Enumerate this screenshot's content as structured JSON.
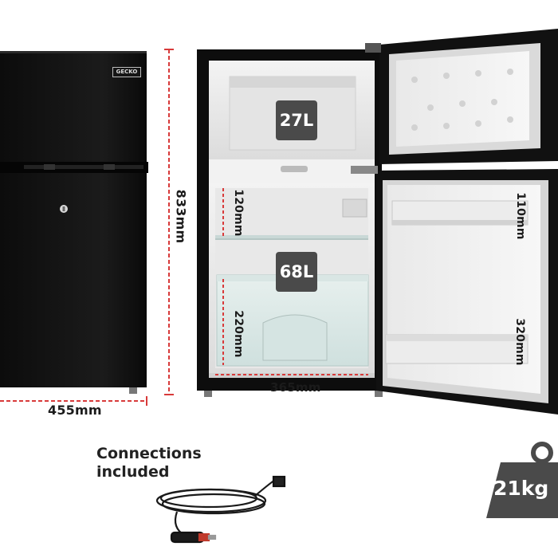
{
  "brand": {
    "logo_text": "GECKO"
  },
  "capacities": {
    "freezer": "27L",
    "fridge": "68L"
  },
  "dimensions": {
    "height": "833mm",
    "width": "455mm",
    "interior_width": "365mm",
    "shelf_top": "120mm",
    "crisper": "220mm",
    "door_top": "110mm",
    "door_bottom": "320mm"
  },
  "connections": {
    "line1": "Connections",
    "line2": "included"
  },
  "weight": {
    "value": "21kg"
  },
  "colors": {
    "measure_red": "#d83a3a",
    "badge_grey": "#4a4a4a",
    "fridge_black": "#111111"
  },
  "icons": [
    "expand-arrows-icon",
    "weight-icon",
    "car-power-cable-icon",
    "lock-icon"
  ]
}
